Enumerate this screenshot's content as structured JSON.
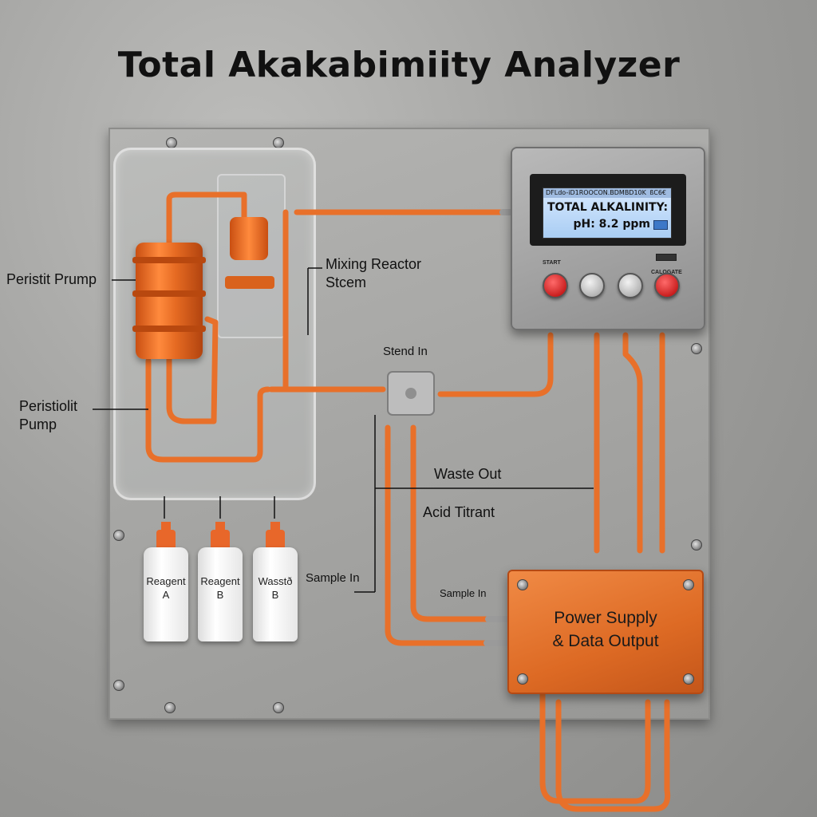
{
  "title": "Total Akakabimiity Analyzer",
  "labels": {
    "pump_1": "Peristit Prump",
    "pump_2": "Peristiolit\nPump",
    "mixing_reactor": "Mixing Reactor\nStcem",
    "stend_in": "Stend In",
    "waste_out": "Waste Out",
    "acid_titrant": "Acid Titrant",
    "sample_in_left": "Sample In",
    "sample_in_right": "Sample In"
  },
  "bottles": [
    {
      "label": "Reagent\nA"
    },
    {
      "label": "Reagent\nB"
    },
    {
      "label": "Wasstð\nB"
    }
  ],
  "controller": {
    "screen_header_left": "DFLdo-iD1ROOCON.BDMBD10K",
    "screen_header_right": "ßC6€",
    "screen_line_1": "TOTAL ALKALINITY:",
    "screen_line_2": "pH:  8.2 ppm",
    "button_start": "START",
    "button_calibrate": "CALOGATE"
  },
  "power_box": {
    "label": "Power Supply\n& Data Output"
  },
  "colors": {
    "tubing": "#e8702a",
    "housing_orange": "#e36b24",
    "metal_plate": "#a6a6a4"
  }
}
